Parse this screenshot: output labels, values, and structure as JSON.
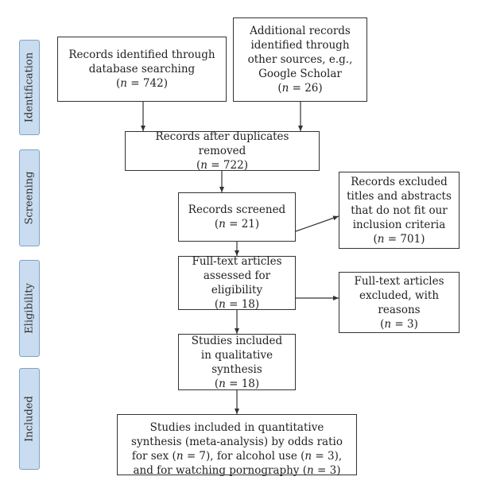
{
  "phases": [
    "Identification",
    "Screening",
    "Eligibility",
    "Included"
  ],
  "boxes": {
    "database": {
      "text": "Records identified through database searching",
      "count": "742"
    },
    "other": {
      "text": "Additional records identified through other sources, e.g., Google Scholar",
      "count": "26"
    },
    "dedup": {
      "text": "Records after duplicates removed",
      "count": "722"
    },
    "screened": {
      "text": "Records screened",
      "count": "21"
    },
    "excluded_screen": {
      "text": "Records excluded titles and abstracts that do not fit our inclusion criteria",
      "count": "701"
    },
    "fulltext": {
      "text": "Full-text articles assessed for eligibility",
      "count": "18"
    },
    "excluded_fulltext": {
      "text": "Full-text articles excluded, with reasons",
      "count": "3"
    },
    "qualitative": {
      "text": "Studies included in qualitative synthesis",
      "count": "18"
    },
    "quantitative": {
      "text_1": "Studies included in quantitative synthesis (meta-analysis) by odds ratio for sex (",
      "sex_count": "7",
      "text_2": "), for alcohol use (",
      "alcohol_count": "3",
      "text_3": "), and for watching pornography (",
      "porn_count": "3",
      "text_4": ")"
    }
  },
  "count_prefix": "= ",
  "n_symbol": "n"
}
